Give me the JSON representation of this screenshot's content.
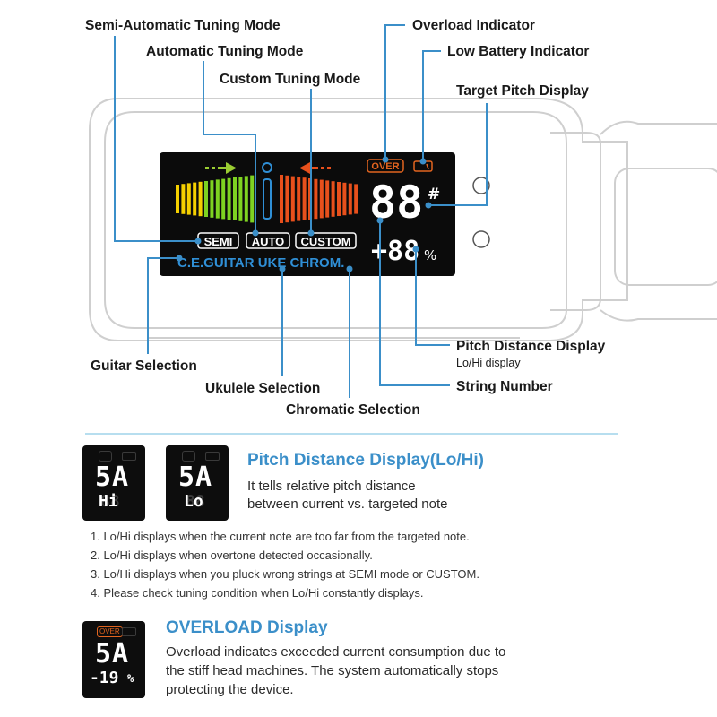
{
  "callouts": {
    "semi_auto_mode": "Semi-Automatic Tuning Mode",
    "auto_mode": "Automatic Tuning Mode",
    "custom_mode": "Custom Tuning Mode",
    "overload_indicator": "Overload Indicator",
    "low_battery_indicator": "Low Battery Indicator",
    "target_pitch_display": "Target Pitch Display",
    "pitch_distance_display": "Pitch Distance Display",
    "pitch_distance_sub": "Lo/Hi display",
    "string_number": "String Number",
    "guitar_selection": "Guitar Selection",
    "ukulele_selection": "Ukulele Selection",
    "chromatic_selection": "Chromatic Selection"
  },
  "lcd": {
    "over_badge": "OVER",
    "mode_semi": "SEMI",
    "mode_auto": "AUTO",
    "mode_custom": "CUSTOM",
    "big_digits": "88",
    "sharp": "#",
    "small_digits": "+88",
    "percent": "%",
    "instrument_row": "C.E.GUITAR UKE CHROM."
  },
  "pitch_section": {
    "title": "Pitch Distance Display(Lo/Hi)",
    "line1": "It tells relative pitch distance",
    "line2": "between current vs. targeted note",
    "thumb_hi_big": "5A",
    "thumb_hi_small": "Hi",
    "thumb_lo_big": "5A",
    "thumb_lo_small": "Lo",
    "notes": [
      "1. Lo/Hi displays when the current note are too far from the targeted note.",
      "2. Lo/Hi displays when overtone detected occasionally.",
      "3. Lo/Hi displays when you pluck wrong strings at SEMI mode or CUSTOM.",
      "4. Please check tuning condition when Lo/Hi constantly displays."
    ]
  },
  "overload_section": {
    "title": "OVERLOAD Display",
    "line1": "Overload indicates exceeded current consumption due to",
    "line2": "the stiff head machines. The system automatically stops",
    "line3": "protecting the device.",
    "thumb_over": "OVER",
    "thumb_big": "5A",
    "thumb_small": "-19",
    "thumb_pct": "%"
  },
  "colors": {
    "accent_blue": "#3b8fc9",
    "lcd_blue": "#2f8fd6",
    "over_orange": "#e2641f",
    "bar_green": "#7ed321",
    "bar_yellow": "#f5d000",
    "bar_red": "#e8501c"
  }
}
